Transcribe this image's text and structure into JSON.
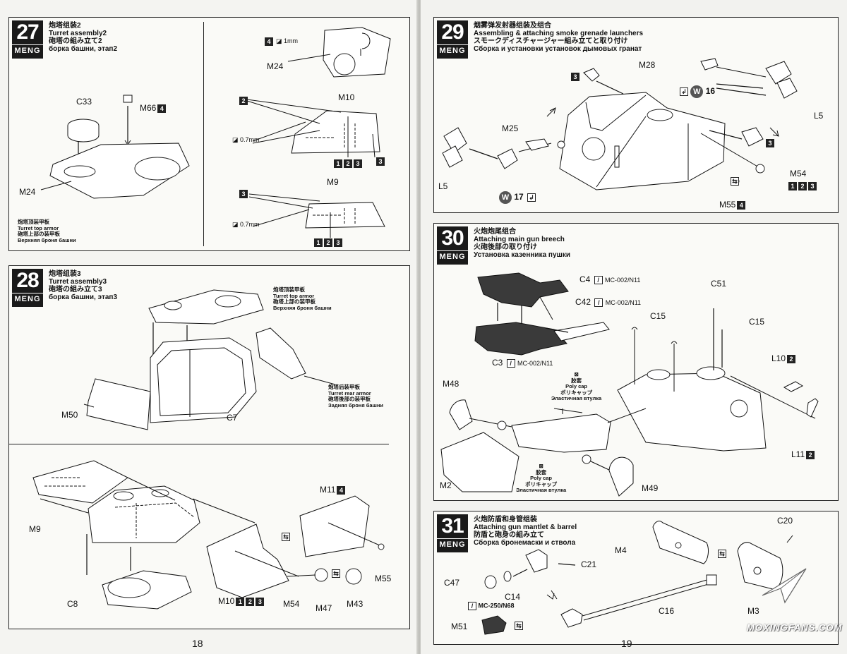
{
  "brand": "MENG",
  "pages": {
    "left_number": "18",
    "right_number": "19"
  },
  "step27": {
    "number": "27",
    "title_cn": "炮塔组装2",
    "title_en": "Turret assembly2",
    "title_jp": "砲塔の組み立て2",
    "title_ru": "борка башни, этап2",
    "note_cn": "炮塔顶装甲板",
    "note_en": "Turret top armor",
    "note_jp": "砲塔上部の装甲板",
    "note_ru": "Верхняя броня башни",
    "labels": {
      "c33": "C33",
      "m66": "M66",
      "m24a": "M24",
      "m24b": "M24",
      "m10": "M10",
      "m9": "M9",
      "one_mm": "1mm",
      "p07a": "0.7mm",
      "p07b": "0.7mm"
    },
    "badges": {
      "m66": "4",
      "top": "4",
      "l2": "2",
      "l3": "3",
      "r3": "3",
      "s1": "1",
      "s2": "2",
      "s3": "3",
      "t1": "1",
      "t2": "2",
      "t3": "3"
    }
  },
  "step28": {
    "number": "28",
    "title_cn": "炮塔组装3",
    "title_en": "Turret assembly3",
    "title_jp": "砲塔の組み立て3",
    "title_ru": "борка башни, этап3",
    "top_cn": "炮塔顶装甲板",
    "top_en": "Turret top armor",
    "top_jp": "砲塔上部の装甲板",
    "top_ru": "Верхняя броня башни",
    "rear_cn": "炮塔后装甲板",
    "rear_en": "Turret rear armor",
    "rear_jp": "砲塔後部の装甲板",
    "rear_ru": "Задняя броня башни",
    "labels": {
      "m50": "M50",
      "c7": "C7",
      "m9": "M9",
      "m11": "M11",
      "m55": "M55",
      "c8": "C8",
      "m10": "M10",
      "m54": "M54",
      "m47": "M47",
      "m43": "M43"
    },
    "badges": {
      "m11": "4",
      "b1": "1",
      "b2": "2",
      "b3": "3"
    }
  },
  "step29": {
    "number": "29",
    "title_cn": "烟雾弹发射器组装及组合",
    "title_en": "Assembling & attaching smoke grenade launchers",
    "title_jp": "スモークディスチャージャー組み立てと取り付け",
    "title_ru": "Сборка и установки установок дымовых гранат",
    "labels": {
      "m28": "M28",
      "l5a": "L5",
      "l5b": "L5",
      "m25": "M25",
      "m54": "M54",
      "m55": "M55"
    },
    "paint": {
      "w16": "16",
      "w17": "17",
      "w": "W"
    },
    "badges": {
      "a": "3",
      "b": "3",
      "m55": "4",
      "c1": "1",
      "c2": "2",
      "c3": "3"
    }
  },
  "step30": {
    "number": "30",
    "title_cn": "火炮炮尾组合",
    "title_en": "Attaching main gun breech",
    "title_jp": "火砲後部の取り付け",
    "title_ru": "Установка казенника пушки",
    "labels": {
      "c4": "C4",
      "c42": "C42",
      "c51": "C51",
      "c15a": "C15",
      "c15b": "C15",
      "c3": "C3",
      "l10": "L10",
      "l11": "L11",
      "m48": "M48",
      "m2": "M2",
      "m49": "M49"
    },
    "paints": {
      "c4": "MC-002/N11",
      "c42": "MC-002/N11",
      "c3": "MC-002/N11"
    },
    "polycap1": [
      "胶套",
      "Poly cap",
      "ポリキャップ",
      "Эластичная втулка"
    ],
    "polycap2": [
      "胶套",
      "Poly cap",
      "ポリキャップ",
      "Эластичная втулка"
    ],
    "badges": {
      "l10": "2",
      "l11": "2"
    }
  },
  "step31": {
    "number": "31",
    "title_cn": "火炮防盾和身管组装",
    "title_en": "Attaching gun mantlet & barrel",
    "title_jp": "防盾と砲身の組み立て",
    "title_ru": "Сборка бронемаски и ствола",
    "labels": {
      "c20": "C20",
      "m4": "M4",
      "c21": "C21",
      "c47": "C47",
      "c14": "C14",
      "c16": "C16",
      "m3": "M3",
      "m51": "M51"
    },
    "paint": "MC-250/N68"
  },
  "watermark": "MOXINGFANS.COM",
  "colors": {
    "ink": "#111111",
    "paper": "#f4f4f1",
    "step_bg": "#1a1a1a"
  }
}
